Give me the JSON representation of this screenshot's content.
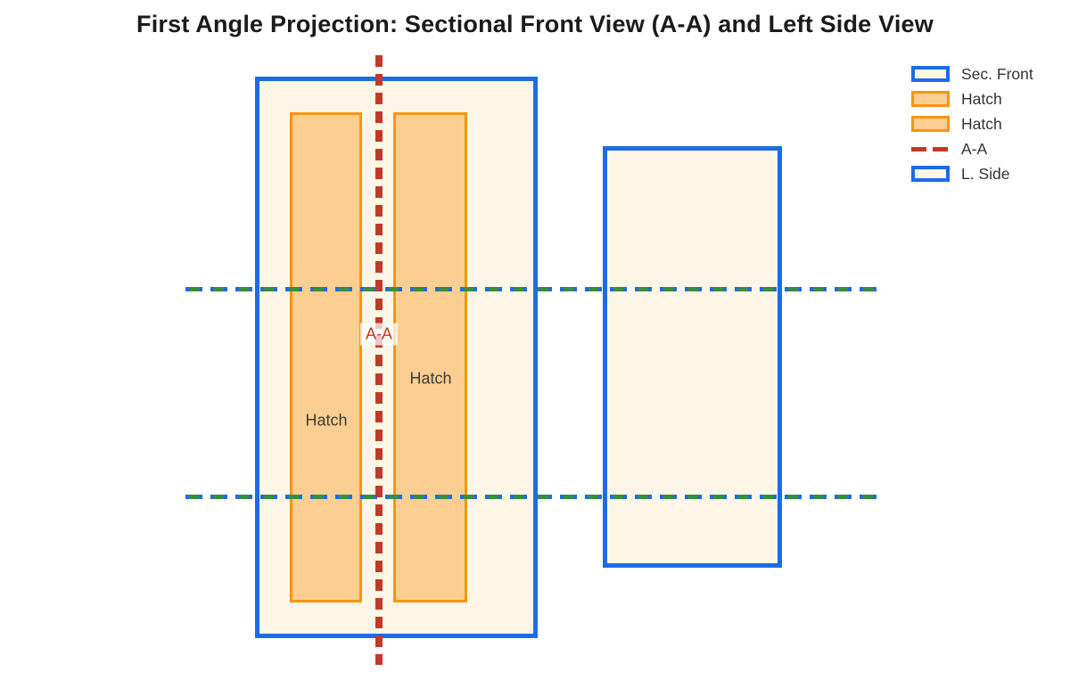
{
  "title": "First Angle Projection: Sectional Front View (A-A) and Left Side View",
  "labels": {
    "section_line": "A-A",
    "hatch_left": "Hatch",
    "hatch_right": "Hatch"
  },
  "legend": {
    "items": [
      {
        "label": "Sec. Front",
        "swatch": "blue-outlined-rect"
      },
      {
        "label": "Hatch",
        "swatch": "orange-filled-rect"
      },
      {
        "label": "Hatch",
        "swatch": "orange-filled-rect"
      },
      {
        "label": "A-A",
        "swatch": "red-dashed-line"
      },
      {
        "label": "L. Side",
        "swatch": "blue-outlined-rect"
      }
    ]
  },
  "colors": {
    "view_outline_blue": "#1e6be6",
    "view_fill_cream": "#fdf6e6",
    "hatch_outline_orange": "#f8940f",
    "hatch_fill_orange": "#fcce92",
    "section_line_red": "#c0392b",
    "centerline_green": "#388e3c",
    "text_dark": "#333333"
  }
}
